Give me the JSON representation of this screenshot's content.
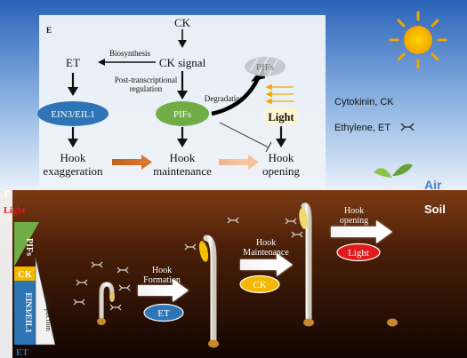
{
  "panel_e": {
    "label": "E",
    "ck": "CK",
    "biosynthesis": "Biosynthesis",
    "et": "ET",
    "ck_signal": "CK signal",
    "post_transcriptional_1": "Post-transcriptional",
    "post_transcriptional_2": "regulation",
    "pifs_faded": "PIFs",
    "degradation": "Degradation",
    "light": "Light",
    "ein3": "EIN3/EIL1",
    "pifs": "PIFs",
    "hook_exaggeration_1": "Hook",
    "hook_exaggeration_2": "exaggeration",
    "hook_maintenance_1": "Hook",
    "hook_maintenance_2": "maintenance",
    "hook_opening_1": "Hook",
    "hook_opening_2": "opening"
  },
  "legend": {
    "cytokinin": "Cytokinin, CK",
    "ethylene": "Ethylene, ET"
  },
  "panel_f": {
    "label": "F",
    "air": "Air",
    "soil": "Soil",
    "side_light": "Light",
    "side_pifs": "PIFs",
    "side_ck": "CK",
    "side_ein3": "EIN3/EIL1",
    "side_et": "ET",
    "compaction": "Compaction",
    "hook_formation_1": "Hook",
    "hook_formation_2": "Formation",
    "et_badge": "ET",
    "hook_maintenance_1": "Hook",
    "hook_maintenance_2": "Maintenance",
    "ck_badge": "CK",
    "hook_opening_1": "Hook",
    "hook_opening_2": "opening",
    "light_badge": "Light"
  },
  "colors": {
    "sky_top": "#2a63b8",
    "sky_bottom": "#e8f1fb",
    "soil_top": "#7a3a12",
    "soil_bottom": "#120502",
    "panel_bg": "#eef3f8",
    "ein3_blue": "#2e75b6",
    "pifs_green": "#70ad47",
    "ck_yellow": "#f5b800",
    "light_red": "#e0191a"
  }
}
